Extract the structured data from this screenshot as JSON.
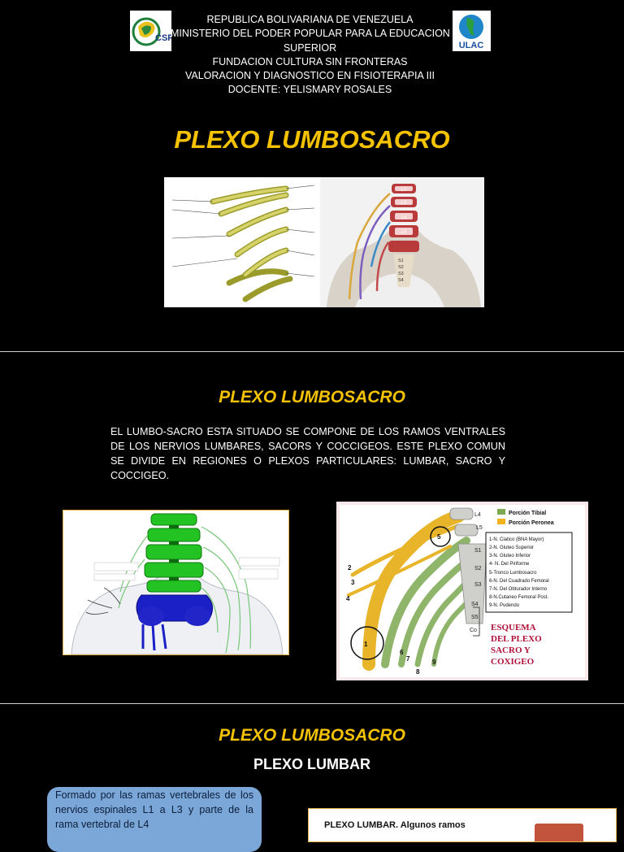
{
  "slide1": {
    "header_lines": [
      "REPUBLICA BOLIVARIANA DE VENEZUELA",
      "MINISTERIO DEL PODER POPULAR PARA LA EDUCACION",
      "SUPERIOR",
      "FUNDACION CULTURA SIN FRONTERAS",
      "VALORACION Y DIAGNOSTICO EN FISIOTERAPIA III",
      "DOCENTE: YELISMARY ROSALES"
    ],
    "logo_left_text": "CSF",
    "logo_right_text": "ULAC",
    "title": "PLEXO LUMBOSACRO",
    "vertebra_labels": [
      "L2",
      "L3",
      "L4",
      "L5"
    ],
    "sacral_labels": [
      "S1",
      "S2",
      "S3",
      "S4"
    ]
  },
  "slide2": {
    "title": "PLEXO LUMBOSACRO",
    "body": "EL LUMBO-SACRO ESTA SITUADO SE COMPONE DE LOS RAMOS VENTRALES DE LOS NERVIOS LUMBARES, SACORS Y COCCIGEOS. ESTE PLEXO COMUN SE DIVIDE EN REGIONES O PLEXOS PARTICULARES: LUMBAR, SACRO Y COCCIGEO.",
    "diagram": {
      "legend": [
        {
          "label": "Porción Tibial",
          "color": "#7fa84f"
        },
        {
          "label": "Porción Peronea",
          "color": "#f2b21e"
        }
      ],
      "list": [
        "1-N. Ciatico (BNA Mayor)",
        "2-N. Gluteo Superior",
        "3-N. Gluteo Inferior",
        "4- N. Del Piriforme",
        "5-Tronco Lumbosacro",
        "6-N. Del Cuadrado Femoral",
        "7-N. Del Obturador Interno",
        "8-N.Cutaneo Femoral Post.",
        "9-N. Pudendo"
      ],
      "levels": [
        "L4",
        "L5",
        "S1",
        "S2",
        "S3",
        "S4",
        "S5",
        "Co"
      ],
      "callout_numbers": [
        "1",
        "2",
        "3",
        "4",
        "5",
        "6",
        "7",
        "8",
        "9"
      ],
      "caption": [
        "ESQUEMA",
        "DEL PLEXO",
        "SACRO Y",
        "COXIGEO"
      ]
    }
  },
  "slide3": {
    "title": "PLEXO LUMBOSACRO",
    "subtitle": "PLEXO LUMBAR",
    "bubble_text": "Formado por las ramas vertebrales de los nervios espinales L1 a L3 y parte de la rama vertebral de L4",
    "image_caption": "PLEXO  LUMBAR. Algunos ramos"
  },
  "colors": {
    "background": "#000000",
    "title_accent": "#f5c200",
    "bubble": "#7ba7d8",
    "divider": "#d0d0d0"
  }
}
